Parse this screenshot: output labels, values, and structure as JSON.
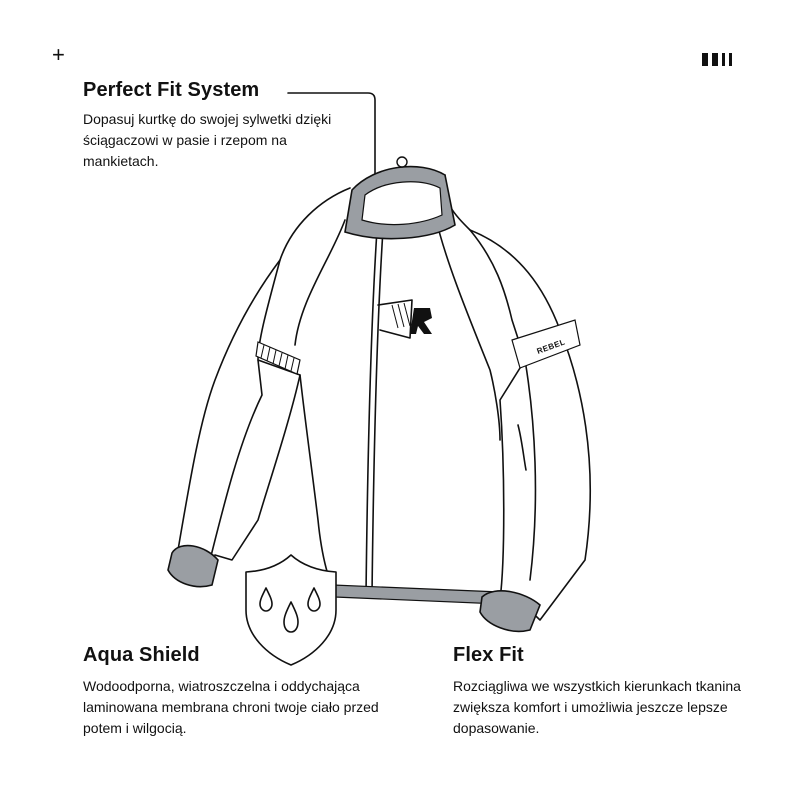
{
  "corner": {
    "plus": "+"
  },
  "features": [
    {
      "title": "Perfect Fit System",
      "description": "Dopasuj kurtkę do swojej sylwetki dzięki ściągaczowi w pasie i rzepom na mankietach."
    },
    {
      "title": "Aqua Shield",
      "description": "Wodoodporna, wiatroszczelna i oddychająca laminowana membrana chroni twoje ciało przed potem i wilgocią."
    },
    {
      "title": "Flex Fit",
      "description": "Rozciągliwa we wszystkich kierunkach tkanina zwiększa komfort i umożliwia jeszcze lepsze dopasowanie."
    }
  ],
  "jacket": {
    "sleeve_brand": "REBEL"
  },
  "icons": [
    "plus-icon",
    "barcode-icon",
    "shield-drops-icon",
    "jacket-illustration"
  ],
  "colors": {
    "outline": "#111111",
    "accent_gray": "#9a9ea3",
    "background": "#ffffff"
  }
}
